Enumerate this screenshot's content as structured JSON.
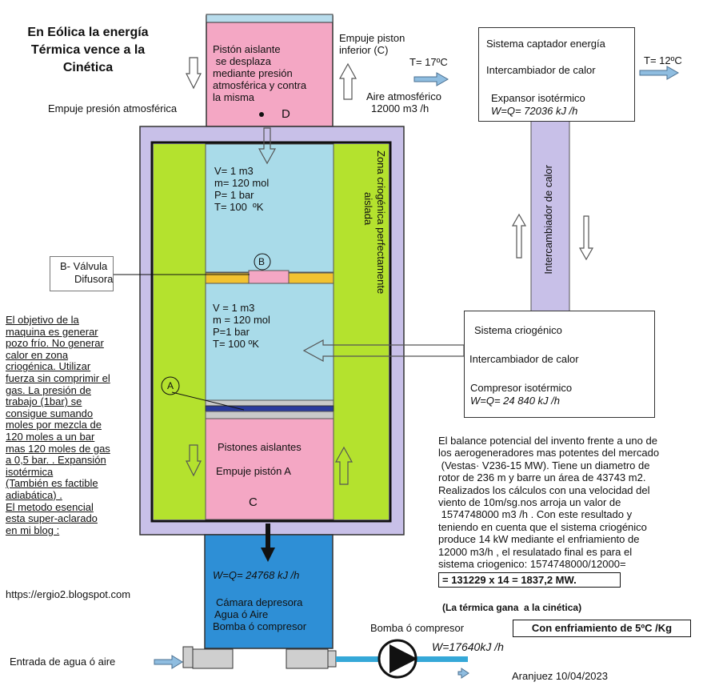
{
  "title_lines": [
    "En Eólica la energía",
    "Térmica vence a la",
    "Cinética"
  ],
  "top_piston": {
    "lines": [
      "Pistón aislante",
      " se desplaza",
      "mediante presión",
      "atmosférica y contra",
      "la misma"
    ],
    "letter": "D"
  },
  "labels": {
    "atm_push": "Empuje presión atmosférica",
    "piston_push_lines": [
      "Empuje piston",
      "inferior (C)"
    ],
    "air_lines": [
      "Aire atmosférico",
      "12000 m3 /h"
    ],
    "t_in": "T= 17ºC",
    "t_out": "T= 12ºC",
    "vertical_zone_lines": [
      "Zona criogénica perfectamente",
      "aislada"
    ],
    "vertical_hx": "Intercambiador de calor",
    "valve_lines": [
      "B- Válvula",
      "Difusora"
    ],
    "valve_letter": "B",
    "piston_a_letter": "A",
    "water_inlet": "Entrada de agua ó aire",
    "pump_label": "Bomba ó compresor",
    "pump_work": "W=17640kJ /h",
    "date": "Aranjuez 10/04/2023",
    "cooling_box": "Con enfriamiento de 5ºC /Kg"
  },
  "upper_chamber": [
    "V= 1 m3",
    "m= 120 mol",
    "P= 1 bar",
    "T= 100  ºK"
  ],
  "lower_chamber": [
    "V = 1 m3",
    "m = 120 mol",
    "P=1 bar",
    "T= 100 ºK"
  ],
  "pistons_block": {
    "line1": "Pistones aislantes",
    "line2": "Empuje pistón A",
    "letter": "C"
  },
  "depress_chamber": {
    "work": "W=Q= 24768 kJ /h",
    "lines": [
      "Cámara depresora",
      "Agua ó Aire",
      "Bomba ó compresor"
    ]
  },
  "capture_box": {
    "line1": "Sistema captador energía",
    "line2": "Intercambiador de calor",
    "line3": "Expansor isotérmico",
    "line4": "W=Q= 72036 kJ /h"
  },
  "cryo_box": {
    "line1": "Sistema criogénico",
    "line2": "Intercambiador de calor",
    "line3": "Compresor isotérmico",
    "line4": "W=Q= 24 840 kJ /h"
  },
  "objective_lines": [
    "El objetivo de la",
    "maquina es generar",
    "pozo frío. No generar",
    "calor en zona",
    "criogénica. Utilizar",
    "fuerza sin comprimir el",
    "gas. La presión de",
    "trabajo (1bar) se",
    "consigue sumando",
    "moles por mezcla de",
    "120 moles a un bar",
    "mas 120 moles de gas",
    "a 0,5 bar. . Expansión",
    "isotérmica",
    "(También es factible",
    "adiabática) .",
    "El metodo esencial",
    "esta super-aclarado",
    "en mi blog :"
  ],
  "blog_url": "https://ergio2.blogspot.com",
  "balance_lines": [
    "El balance potencial del invento frente a uno de",
    "los aerogeneradores mas potentes del mercado",
    " (Vestas· V236-15 MW). Tiene un diametro de",
    "rotor de 236 m y barre un área de 43743 m2.",
    "Realizados los cálculos con una velocidad del",
    "viento de 10m/sg.nos arroja un valor de",
    " 1574748000 m3 /h . Con este resultado y",
    "teniendo en cuenta que el sistema criogénico",
    "produce 14 kW mediante el enfriamiento de",
    "12000 m3/h , el resulatado final es para el",
    "sistema criogenico: 1574748000/12000="
  ],
  "result_line": "= 131229 x 14 = 1837,2 MW.",
  "conclusion": "(La térmica gana  a la cinética)",
  "colors": {
    "pink": "#f4a7c4",
    "light_blue": "#a9dbe9",
    "green": "#b4e22e",
    "lavender": "#c8c0e8",
    "blue": "#2e8fd6",
    "yellow": "#f2c230",
    "arrow_fill": "#8fbde0"
  }
}
